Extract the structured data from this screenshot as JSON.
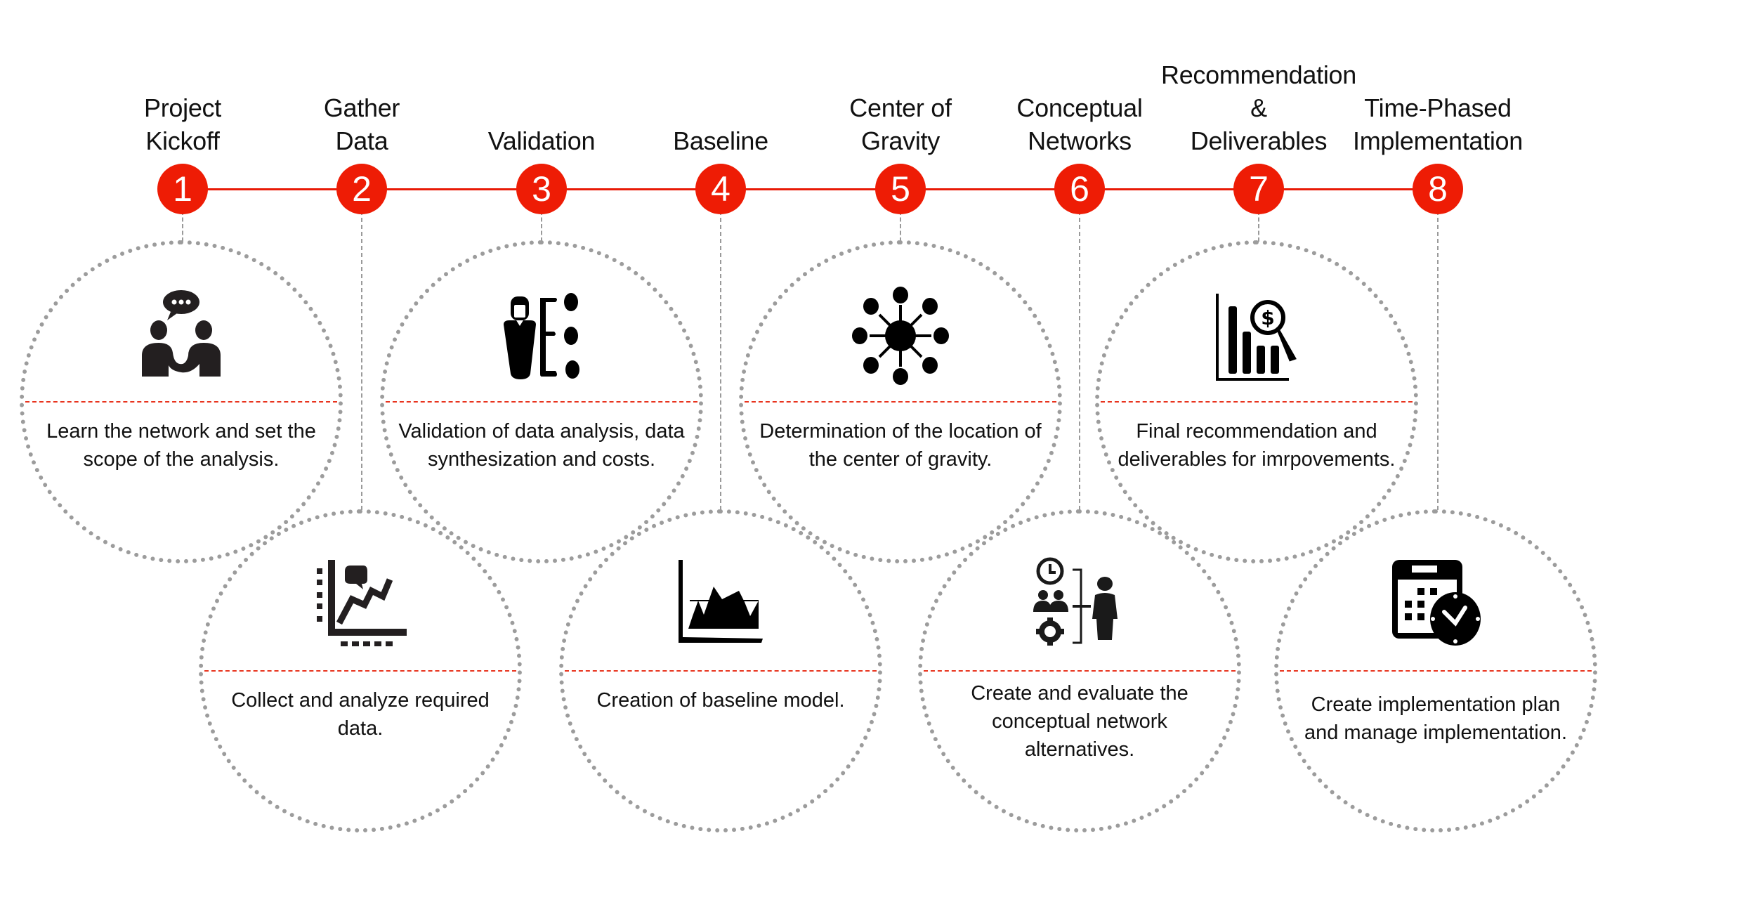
{
  "diagram": {
    "type": "process-timeline",
    "accent_color": "#ee1c05",
    "circle_border_color": "#9c9c9c",
    "steps": [
      {
        "number": "1",
        "title_lines": [
          "Project",
          "Kickoff"
        ],
        "icon": "two-people-conversation-icon",
        "description": "Learn the network and set the scope of the analysis.",
        "row": "top"
      },
      {
        "number": "2",
        "title_lines": [
          "Gather",
          "Data"
        ],
        "icon": "data-chart-analysis-icon",
        "description": "Collect and analyze required data.",
        "row": "bottom"
      },
      {
        "number": "3",
        "title_lines": [
          "Validation"
        ],
        "icon": "validation-person-checklist-icon",
        "description": "Validation of data analysis, data synthesization and costs.",
        "row": "top"
      },
      {
        "number": "4",
        "title_lines": [
          "Baseline"
        ],
        "icon": "area-chart-baseline-icon",
        "description": "Creation of baseline model.",
        "row": "bottom"
      },
      {
        "number": "5",
        "title_lines": [
          "Center of",
          "Gravity"
        ],
        "icon": "hub-network-nodes-icon",
        "description": "Determination of the location of the center of gravity.",
        "row": "top"
      },
      {
        "number": "6",
        "title_lines": [
          "Conceptual",
          "Networks"
        ],
        "icon": "team-evaluation-alternatives-icon",
        "description": "Create and evaluate the conceptual network alternatives.",
        "row": "bottom"
      },
      {
        "number": "7",
        "title_lines": [
          "Recommendation",
          "&",
          "Deliverables"
        ],
        "icon": "cost-analysis-magnifier-icon",
        "description": "Final recommendation and deliverables for imrpovements.",
        "row": "top"
      },
      {
        "number": "8",
        "title_lines": [
          "Time-Phased",
          "Implementation"
        ],
        "icon": "calendar-clock-schedule-icon",
        "description": "Create implementation plan and manage implementation.",
        "row": "bottom"
      }
    ]
  }
}
